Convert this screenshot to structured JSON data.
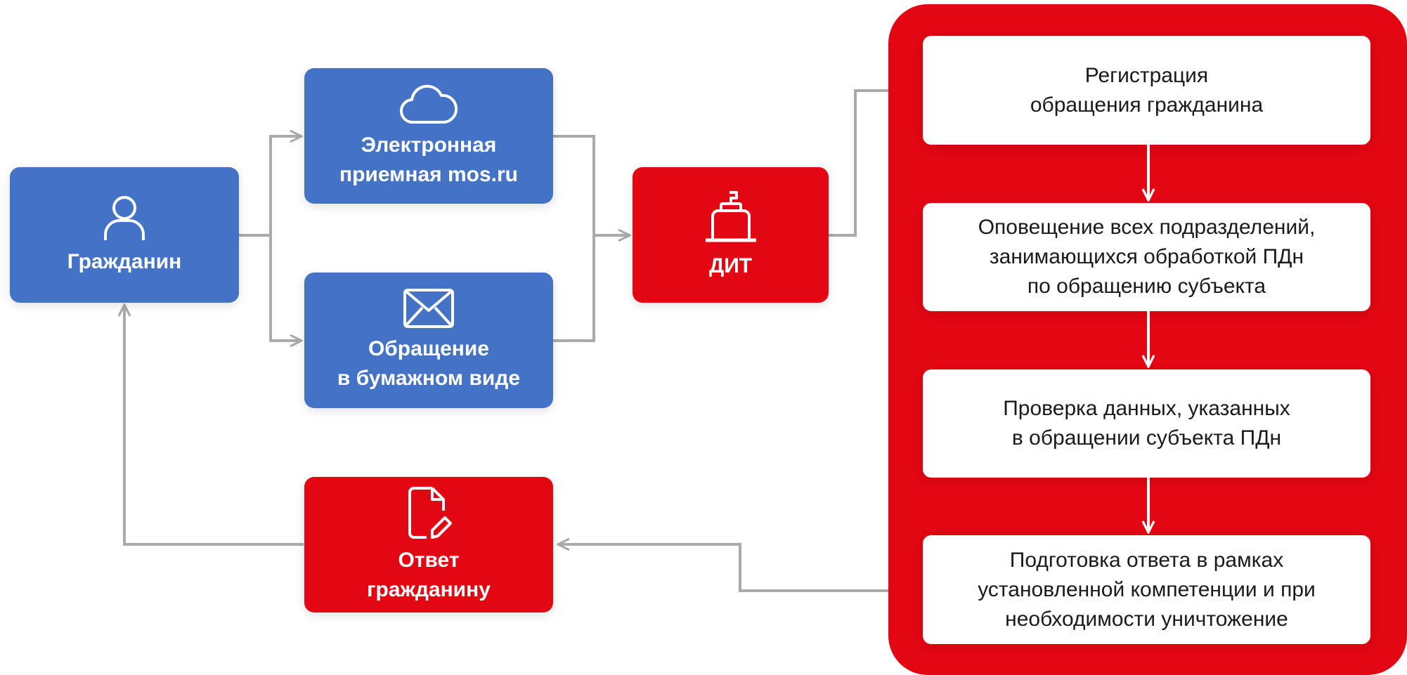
{
  "nodes": {
    "citizen": {
      "label": "Гражданин",
      "icon": "person-icon"
    },
    "electronic": {
      "label": "Электронная\nприемная mos.ru",
      "icon": "cloud-icon"
    },
    "paper": {
      "label": "Обращение\nв бумажном виде",
      "icon": "envelope-icon"
    },
    "dit": {
      "label": "ДИТ",
      "icon": "cash-register-icon"
    },
    "answer": {
      "label": "Ответ\nгражданину",
      "icon": "document-edit-icon"
    }
  },
  "steps": [
    {
      "label": "Регистрация\nобращения гражданина"
    },
    {
      "label": "Оповещение всех подразделений,\nзанимающихся обработкой ПДн\nпо обращению субъекта"
    },
    {
      "label": "Проверка данных, указанных\nв обращении субъекта ПДн"
    },
    {
      "label": "Подготовка ответа в рамках\nустановленной компетенции и при\nнеобходимости уничтожение"
    }
  ],
  "colors": {
    "blue": "#4472c4",
    "red": "#e30613",
    "connector": "#aaaaaa",
    "white": "#ffffff"
  }
}
